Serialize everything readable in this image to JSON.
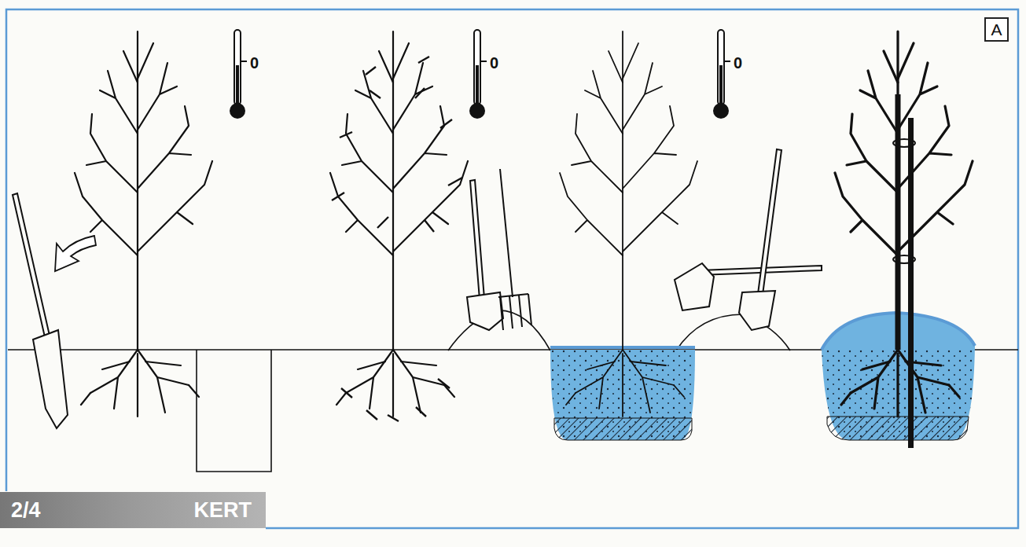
{
  "diagram": {
    "nodes": [
      {
        "text": [
          "A"
        ]
      },
      {
        "text": [
          "2/4",
          "KERT"
        ]
      }
    ],
    "labels": [
      "0",
      "0",
      "0"
    ]
  }
}
